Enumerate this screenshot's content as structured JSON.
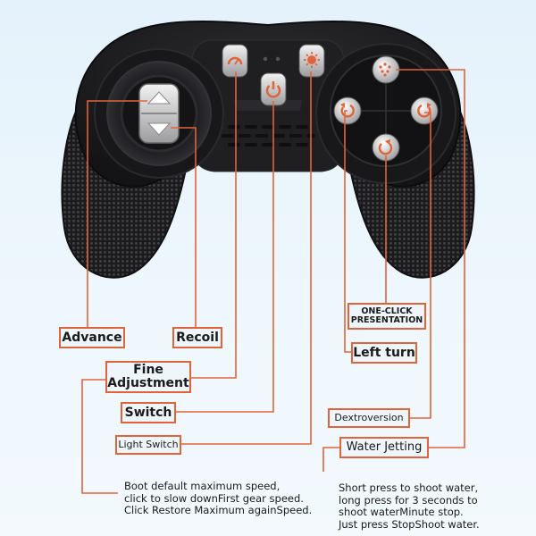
{
  "labels": {
    "advance": "Advance",
    "recoil": "Recoil",
    "fine_adjustment": "Fine\nAdjustment",
    "switch": "Switch",
    "light_switch": "Light Switch",
    "one_click_presentation": "ONE-CLICK\nPRESENTATION",
    "left_turn": "Left turn",
    "dextroversion": "Dextroversion",
    "water_jetting": "Water Jetting"
  },
  "notes": {
    "speed": "Boot default maximum speed,\nclick to slow downFirst gear speed.\nClick Restore Maximum againSpeed.",
    "water": "Short press to shoot water,\nlong press for 3 seconds to\nshoot waterMinute stop.\nJust press StopShoot water."
  },
  "colors": {
    "leader": "#e0643a",
    "body": "#1c1c1e",
    "background": "#e4f2fb"
  },
  "icons": [
    "up-arrow-icon",
    "down-arrow-icon",
    "speed-gauge-icon",
    "power-icon",
    "light-icon",
    "water-spray-icon",
    "rotate-left-icon",
    "rotate-right-icon",
    "presentation-icon"
  ]
}
